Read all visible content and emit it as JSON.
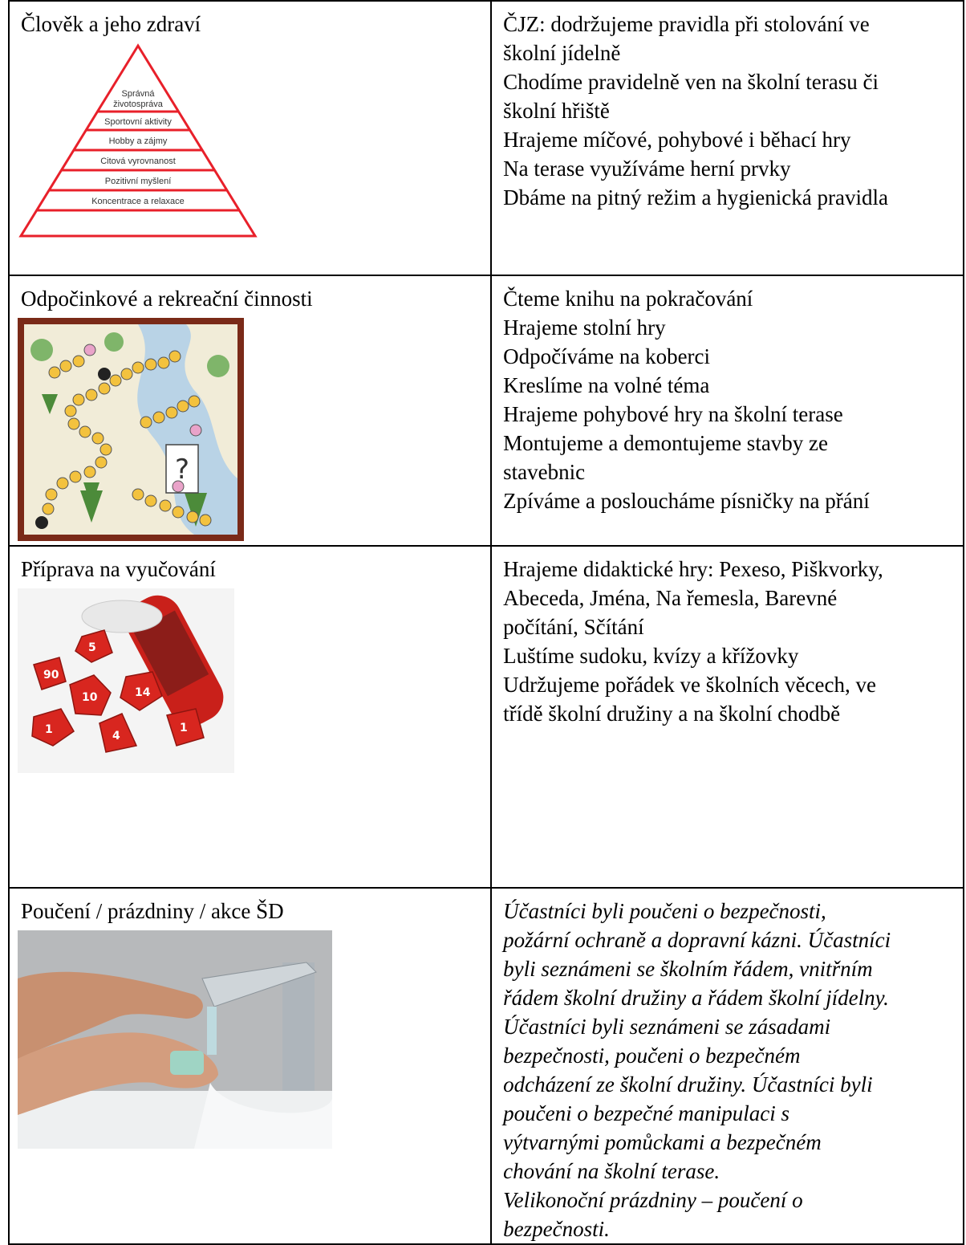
{
  "rows": [
    {
      "heading": "Člověk a jeho zdraví",
      "image": {
        "type": "pyramid",
        "levels": [
          "Správná",
          "životospráva",
          "Sportovní aktivity",
          "Hobby a zájmy",
          "Citová vyrovnanost",
          "Pozitivní myšlení",
          "Koncentrace a relaxace"
        ],
        "color": "#e8202a"
      },
      "lines": [
        "ČJZ: dodržujeme pravidla při stolování ve",
        "školní jídelně",
        "Chodíme pravidelně ven na školní terasu či",
        "školní hřiště",
        "Hrajeme míčové, pohybové i běhací hry",
        "Na terase využíváme herní prvky",
        "Dbáme na pitný režim a hygienická pravidla"
      ]
    },
    {
      "heading": "Odpočinkové a rekreační činnosti",
      "image": {
        "type": "board-game"
      },
      "lines": [
        "Čteme knihu na pokračování",
        "Hrajeme stolní hry",
        "Odpočíváme na koberci",
        "Kreslíme na volné téma",
        "Hrajeme pohybové hry na školní terase",
        "Montujeme a demontujeme stavby ze",
        "stavebnic",
        "Zpíváme a posloucháme písničky na přání"
      ]
    },
    {
      "heading": "Příprava na vyučování",
      "image": {
        "type": "dice",
        "color": "#d8261f"
      },
      "lines": [
        "Hrajeme didaktické hry: Pexeso, Piškvorky,",
        "Abeceda, Jména, Na řemesla, Barevné",
        "počítání, Sčítání",
        "Luštíme sudoku, kvízy a křížovky",
        "Udržujeme pořádek ve školních věcech, ve",
        "třídě školní družiny a na školní chodbě"
      ]
    },
    {
      "heading": "Poučení / prázdniny / akce ŠD",
      "image": {
        "type": "handwashing"
      },
      "lines": [
        "Účastníci byli poučeni o bezpečnosti,",
        "požární ochraně a dopravní kázni. Účastníci",
        "byli seznámeni se školním řádem, vnitřním",
        "řádem školní družiny a řádem školní jídelny.",
        "Účastníci byli seznámeni se zásadami",
        "bezpečnosti, poučeni o bezpečném",
        "odcházení ze školní družiny. Účastníci byli",
        "poučeni o bezpečné manipulaci s",
        "výtvarnými pomůckami a bezpečném",
        "chování na školní terase.",
        "Velikonoční prázdniny – poučení o",
        "bezpečnosti."
      ]
    }
  ]
}
